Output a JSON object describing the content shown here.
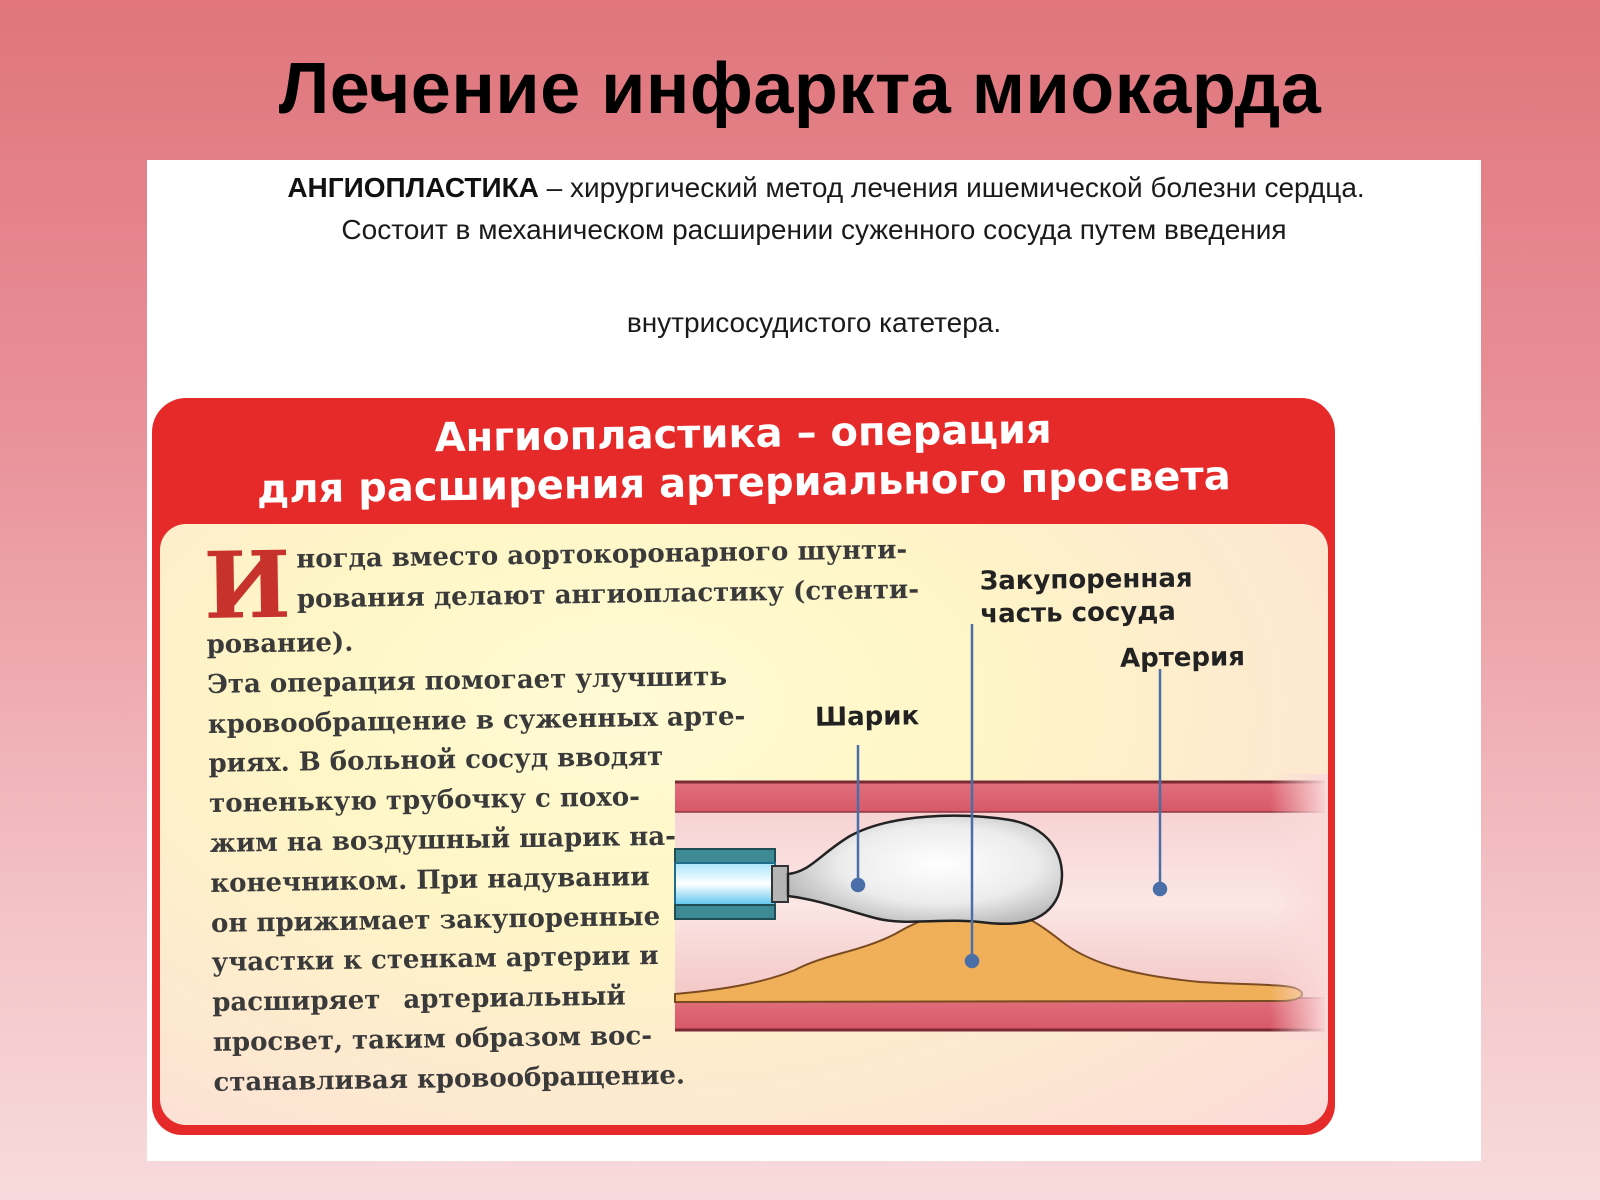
{
  "slide": {
    "title": "Лечение инфаркта миокарда"
  },
  "intro": {
    "term": "АНГИОПЛАСТИКА",
    "line1_rest": " – хирургический метод лечения ишемической болезни сердца.",
    "line2": "Состоит в механическом расширении суженного сосуда путем введения",
    "line3": "внутрисосудистого катетера."
  },
  "card": {
    "heading_line1": "Ангиопластика – операция",
    "heading_line2": "для расширения артериального просвета",
    "dropcap": "И",
    "lines": [
      "ногда вместо аортокоронарного шунти-",
      "рования делают ангиопластику (стенти-",
      "рование).",
      "Эта операция помогает улучшить",
      "кровообращение в суженных арте-",
      "риях. В больной сосуд вводят",
      "тоненькую трубочку с похо-",
      "жим на воздушный шарик на-",
      "конечником. При надувании",
      "он прижимает закупоренные",
      "участки к стенкам артерии и",
      "расширяет артериальный",
      "просвет, таким образом вос-",
      "станавливая кровообращение."
    ],
    "labels": {
      "blocked_line1": "Закупоренная",
      "blocked_line2": "часть сосуда",
      "artery": "Артерия",
      "balloon": "Шарик"
    }
  },
  "colors": {
    "card_red": "#e62a2a",
    "plaque": "#f0b05a",
    "dropcap": "#c7332c"
  }
}
